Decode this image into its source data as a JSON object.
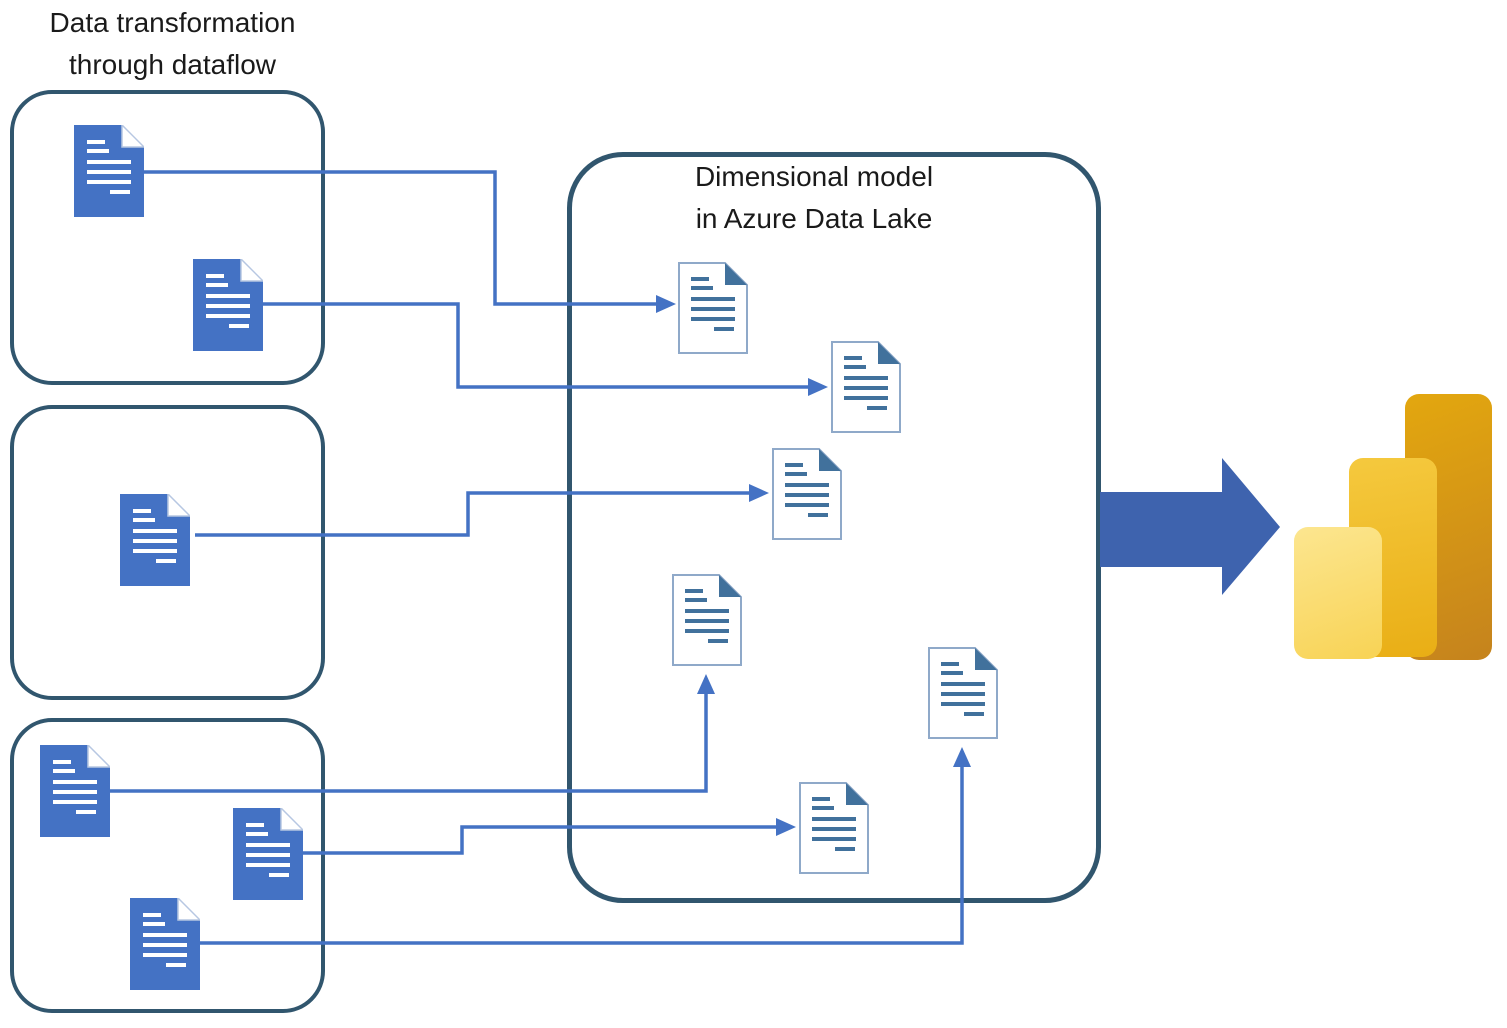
{
  "labels": {
    "left_group_title": "Data transformation\nthrough dataflow",
    "model_group_title": "Dimensional model\nin Azure Data Lake"
  },
  "structure": {
    "source_boxes": [
      {
        "name": "source-box-1",
        "document_count": 2
      },
      {
        "name": "source-box-2",
        "document_count": 1
      },
      {
        "name": "source-box-3",
        "document_count": 3
      }
    ],
    "model_box": {
      "name": "dimensional-model-box",
      "document_count": 6
    },
    "connector_count": 6,
    "output_icon": "power-bi-logo"
  },
  "colors": {
    "box_border": "#31566E",
    "connector": "#4472C4",
    "doc_fill": "#4472C4",
    "doc_fold_edge": "#B7C7E2",
    "model_doc_border": "#8FA9C9",
    "model_doc_accent": "#41719C",
    "big_arrow": "#3E63AE",
    "pbi_l1": "#FCE690",
    "pbi_l2": "#F8D355",
    "pbi_m1": "#F5C93E",
    "pbi_m2": "#E9AE15",
    "pbi_d1": "#E3A70F",
    "pbi_d2": "#C5831D"
  }
}
